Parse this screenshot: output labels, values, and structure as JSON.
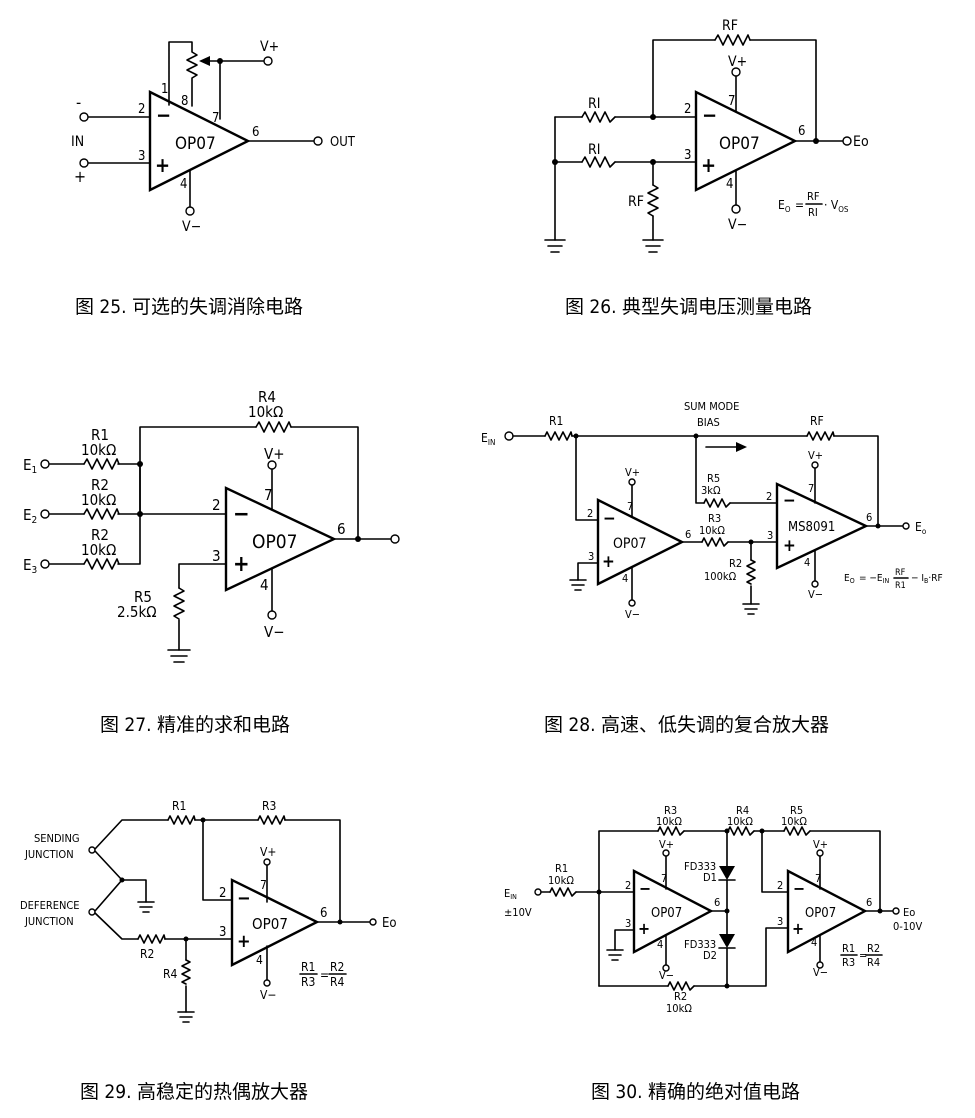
{
  "figures": [
    {
      "id": "fig25",
      "caption": "图 25. 可选的失调消除电路",
      "labels": {
        "amp": "OP07",
        "vplus": "V+",
        "vminus": "V−",
        "in": "IN",
        "out": "OUT",
        "inv": "−",
        "noninv": "+",
        "sign_minus": "-",
        "sign_plus": "+",
        "pin1": "1",
        "pin2": "2",
        "pin3": "3",
        "pin4": "4",
        "pin6": "6",
        "pin7": "7",
        "pin8": "8"
      }
    },
    {
      "id": "fig26",
      "caption": "图 26. 典型失调电压测量电路",
      "labels": {
        "amp": "OP07",
        "rf_top": "RF",
        "ri_top": "RI",
        "ri_bottom": "RI",
        "rf_ground": "RF",
        "vplus": "V+",
        "vminus": "V−",
        "eo": "Eo",
        "inv": "−",
        "noninv": "+",
        "pin2": "2",
        "pin3": "3",
        "pin4": "4",
        "pin6": "6",
        "pin7": "7",
        "formula_lhs": "E",
        "formula_lhs_sub": "O",
        "formula_eq": "=",
        "formula_num": "RF",
        "formula_den": "RI",
        "formula_tail": "· V",
        "formula_tail_sub": "OS"
      }
    },
    {
      "id": "fig27",
      "caption": "图 27. 精准的求和电路",
      "labels": {
        "amp": "OP07",
        "r4": "R4",
        "r4v": "10kΩ",
        "r1": "R1",
        "r1v": "10kΩ",
        "r2a": "R2",
        "r2av": "10kΩ",
        "r2b": "R2",
        "r2bv": "10kΩ",
        "r5": "R5",
        "r5v": "2.5kΩ",
        "e1": "E",
        "e1s": "1",
        "e2": "E",
        "e2s": "2",
        "e3": "E",
        "e3s": "3",
        "vplus": "V+",
        "vminus": "V−",
        "inv": "−",
        "noninv": "+",
        "pin2": "2",
        "pin3": "3",
        "pin4": "4",
        "pin6": "6",
        "pin7": "7"
      }
    },
    {
      "id": "fig28",
      "caption": "图 28. 高速、低失调的复合放大器",
      "labels": {
        "amp1": "OP07",
        "amp2": "MS8091",
        "ein": "E",
        "ein_sub": "IN",
        "sum1": "SUM MODE",
        "sum2": "BIAS",
        "r1": "R1",
        "rf": "RF",
        "r5": "R5",
        "r5v": "3kΩ",
        "r3": "R3",
        "r3v": "10kΩ",
        "r2": "R2",
        "r2v": "100kΩ",
        "vplus": "V+",
        "vminus": "V−",
        "eo": "E",
        "eo_sub": "o",
        "inv": "−",
        "noninv": "+",
        "pin2": "2",
        "pin3": "3",
        "pin4": "4",
        "pin6": "6",
        "pin7": "7",
        "f_lhs": "E",
        "f_lhs_sub": "O",
        "f_mid": "= −E",
        "f_mid_sub": "IN",
        "f_num": "RF",
        "f_den": "R1",
        "f_tail": "− I",
        "f_tail_sub": "B",
        "f_end": "·RF"
      }
    },
    {
      "id": "fig29",
      "caption": "图 29. 高稳定的热偶放大器",
      "labels": {
        "amp": "OP07",
        "sending1": "SENDING",
        "sending2": "JUNCTION",
        "deference1": "DEFERENCE",
        "deference2": "JUNCTION",
        "r1": "R1",
        "r3": "R3",
        "r2": "R2",
        "r4": "R4",
        "vplus": "V+",
        "vminus": "V−",
        "eo": "Eo",
        "inv": "−",
        "noninv": "+",
        "pin2": "2",
        "pin3": "3",
        "pin4": "4",
        "pin6": "6",
        "pin7": "7",
        "f_n1": "R1",
        "f_d1": "R3",
        "f_eq": "=",
        "f_n2": "R2",
        "f_d2": "R4"
      }
    },
    {
      "id": "fig30",
      "caption": "图 30. 精确的绝对值电路",
      "labels": {
        "amp1": "OP07",
        "amp2": "OP07",
        "ein": "E",
        "ein_sub": "IN",
        "ein_range": "±10V",
        "r1": "R1",
        "r1v": "10kΩ",
        "r3": "R3",
        "r3v": "10kΩ",
        "r4": "R4",
        "r4v": "10kΩ",
        "r5": "R5",
        "r5v": "10kΩ",
        "r2": "R2",
        "r2v": "10kΩ",
        "d1": "FD333",
        "d1n": "D1",
        "d2": "FD333",
        "d2n": "D2",
        "vplus": "V+",
        "vminus": "V−",
        "eo": "Eo",
        "eo_range": "0-10V",
        "inv": "−",
        "noninv": "+",
        "pin2": "2",
        "pin3": "3",
        "pin4": "4",
        "pin6": "6",
        "pin7": "7",
        "f_n1": "R1",
        "f_d1": "R3",
        "f_eq": "=",
        "f_n2": "R2",
        "f_d2": "R4"
      }
    }
  ]
}
